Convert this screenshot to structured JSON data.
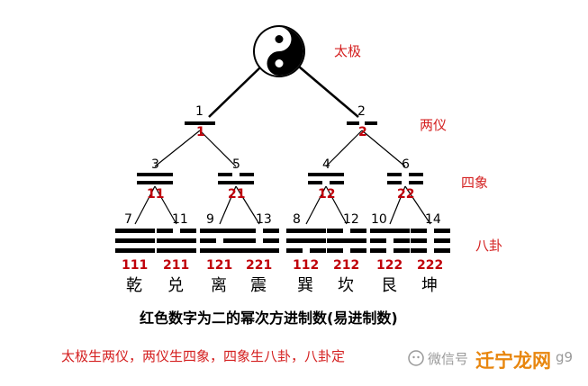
{
  "labels": {
    "taiji": "太极",
    "liangyi": "两仪",
    "sixiang": "四象",
    "bagua": "八卦"
  },
  "level1": [
    {
      "num": "1",
      "code": "1"
    },
    {
      "num": "2",
      "code": "2"
    }
  ],
  "level2": [
    {
      "num": "3",
      "code": "11"
    },
    {
      "num": "5",
      "code": "21"
    },
    {
      "num": "4",
      "code": "12"
    },
    {
      "num": "6",
      "code": "22"
    }
  ],
  "level3": [
    {
      "num": "7",
      "code": "111",
      "name": "乾"
    },
    {
      "num": "11",
      "code": "211",
      "name": "兑"
    },
    {
      "num": "9",
      "code": "121",
      "name": "离"
    },
    {
      "num": "13",
      "code": "221",
      "name": "震"
    },
    {
      "num": "8",
      "code": "112",
      "name": "巽"
    },
    {
      "num": "12",
      "code": "212",
      "name": "坎"
    },
    {
      "num": "10",
      "code": "122",
      "name": "艮"
    },
    {
      "num": "14",
      "code": "222",
      "name": "坤"
    }
  ],
  "caption": "红色数字为二的幂次方进制数(易进制数)",
  "bottom_text": "太极生两仪，两仪生四象，四象生八卦，八卦定",
  "watermark": {
    "text1": "微信号",
    "text2": "迁宁龙网",
    "text3": "g9"
  },
  "colors": {
    "red": "#c0000a",
    "side_label": "#d42020",
    "line": "#000000",
    "watermark_orange": "#e8860e"
  }
}
